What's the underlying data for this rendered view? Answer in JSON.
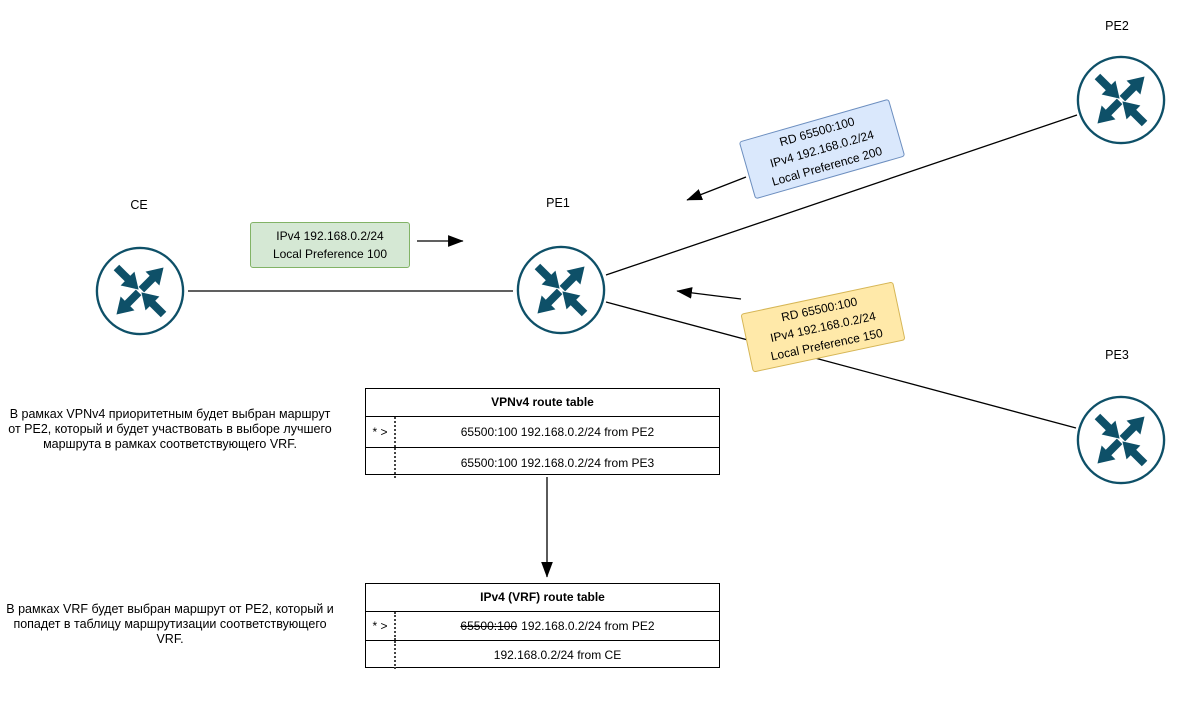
{
  "colors": {
    "router": "#0e5068",
    "green-fill": "#d5e8d4",
    "green-border": "#82b366",
    "blue-fill": "#dae8fc",
    "blue-border": "#6c8ebf",
    "yellow-fill": "#ffe9a9",
    "yellow-border": "#d6b656"
  },
  "nodes": {
    "ce": "CE",
    "pe1": "PE1",
    "pe2": "PE2",
    "pe3": "PE3"
  },
  "callouts": {
    "ce_to_pe1": {
      "lines": [
        "IPv4 192.168.0.2/24",
        "Local Preference 100"
      ]
    },
    "pe2_to_pe1": {
      "lines": [
        "RD 65500:100",
        "IPv4 192.168.0.2/24",
        "Local Preference 200"
      ]
    },
    "pe3_to_pe1": {
      "lines": [
        "RD 65500:100",
        "IPv4 192.168.0.2/24",
        "Local Preference 150"
      ]
    }
  },
  "tables": {
    "vpnv4": {
      "title": "VPNv4 route table",
      "rows": [
        {
          "selector": "* >",
          "strike": "",
          "text": "65500:100 192.168.0.2/24 from PE2"
        },
        {
          "selector": "",
          "strike": "",
          "text": "65500:100 192.168.0.2/24 from PE3"
        }
      ]
    },
    "vrf": {
      "title": "IPv4 (VRF) route table",
      "rows": [
        {
          "selector": "* >",
          "strike": "65500:100",
          "text": "192.168.0.2/24 from PE2"
        },
        {
          "selector": "",
          "strike": "",
          "text": "192.168.0.2/24 from CE"
        }
      ]
    }
  },
  "notes": {
    "vpnv4": "В рамках VPNv4 приоритетным будет выбран маршрут от PE2, который и будет участвовать в выборе лучшего маршрута в рамках соответствующего VRF.",
    "vrf": "В рамках VRF  будет выбран маршрут от PE2, который и попадет в таблицу маршрутизации соответствующего VRF."
  }
}
